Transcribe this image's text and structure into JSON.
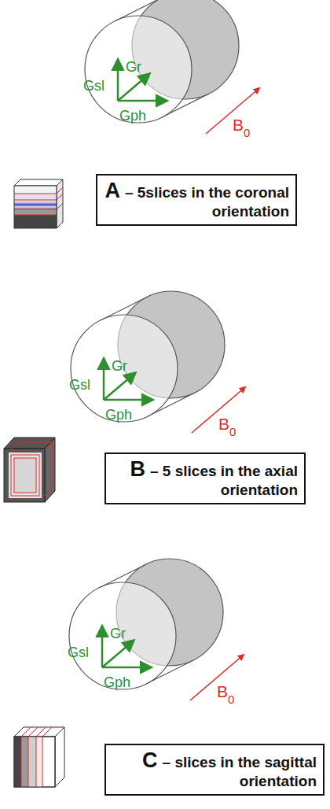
{
  "diagram": {
    "nodes": [
      {
        "text": [
          "A",
          "– 5slices in the coronal orientation"
        ]
      },
      {
        "text": [
          "B",
          "– 5 slices in the axial orientation"
        ]
      },
      {
        "text": [
          "C",
          "– slices in the sagittal orientation"
        ]
      }
    ],
    "labels": [
      "Gsl",
      "Gr",
      "Gph",
      "B",
      "0",
      "Gsl",
      "Gr",
      "Gph",
      "B",
      "0",
      "Gsl",
      "Gr",
      "Gph",
      "B",
      "0"
    ]
  }
}
